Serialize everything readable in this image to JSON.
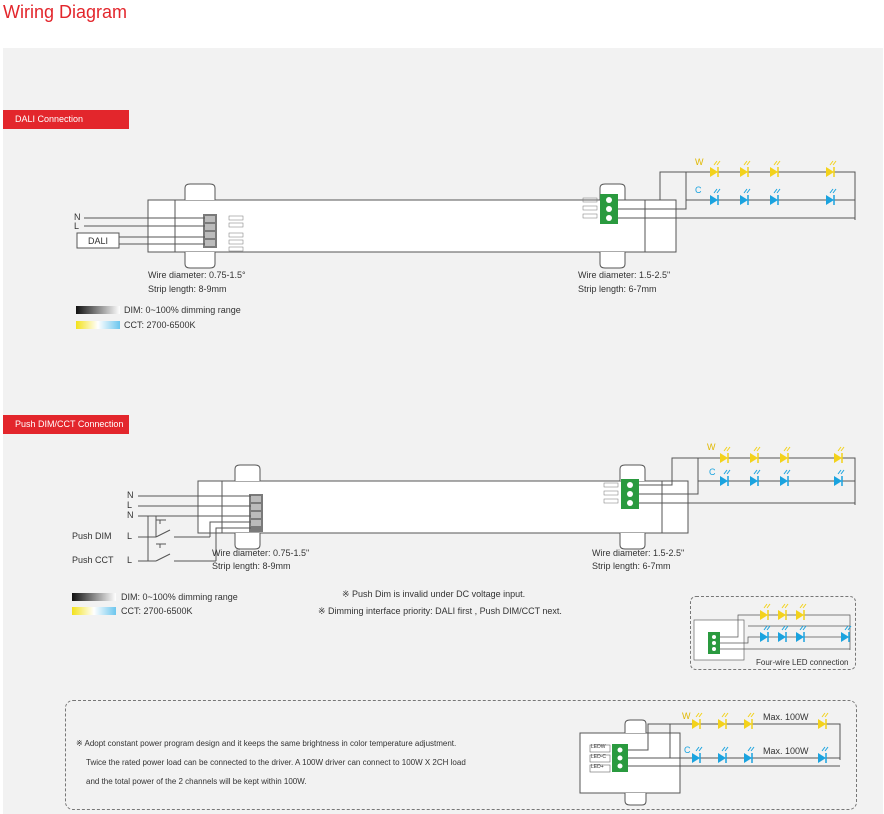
{
  "page": {
    "title": "Wiring Diagram"
  },
  "colors": {
    "accent": "#e3262c",
    "warm_led": "#f3d21b",
    "cold_led": "#1aa3df",
    "terminal_green": "#2a9a3f"
  },
  "dali": {
    "badge": "DALI Connection",
    "inputs": {
      "n": "N",
      "l": "L",
      "dali_box": "DALI"
    },
    "input_wire": {
      "diameter": "Wire diameter: 0.75-1.5°",
      "strip": "Strip length: 8-9mm"
    },
    "output_wire": {
      "diameter": "Wire diameter: 1.5-2.5\"",
      "strip": "Strip length: 6-7mm"
    },
    "legend": {
      "dim": "DIM: 0~100% dimming range",
      "cct": "CCT: 2700-6500K"
    },
    "led_labels": {
      "warm": "W",
      "cold": "C"
    }
  },
  "push": {
    "badge": "Push DIM/CCT Connection",
    "inputs": {
      "n1": "N",
      "l": "L",
      "n2": "N",
      "push_dim": "Push DIM",
      "push_dim_l": "L",
      "push_cct": "Push CCT",
      "push_cct_l": "L"
    },
    "input_wire": {
      "diameter": "Wire diameter: 0.75-1.5\"",
      "strip": "Strip length: 8-9mm"
    },
    "output_wire": {
      "diameter": "Wire diameter: 1.5-2.5\"",
      "strip": "Strip length: 6-7mm"
    },
    "legend": {
      "dim": "DIM: 0~100% dimming range",
      "cct": "CCT: 2700-6500K"
    },
    "notes": {
      "n1": "※ Push Dim is invalid under DC voltage input.",
      "n2": "※  Dimming interface priority: DALI first , Push DIM/CCT next."
    },
    "led_labels": {
      "warm": "W",
      "cold": "C"
    },
    "inset_caption": "Four-wire LED connection"
  },
  "power_note": {
    "line1": "※ Adopt constant power program design and it keeps the same brightness in color temperature adjustment.",
    "line2": "Twice the rated power load can be connected to the driver. A 100W driver can connect to 100W X 2CH load",
    "line3": "and the total power of the 2 channels will be kept within 100W.",
    "max1": "Max. 100W",
    "max2": "Max. 100W",
    "terminals": {
      "t1": "LEDW",
      "t2": "LED-C",
      "t3": "LED+"
    },
    "led_labels": {
      "warm": "W",
      "cold": "C"
    }
  }
}
